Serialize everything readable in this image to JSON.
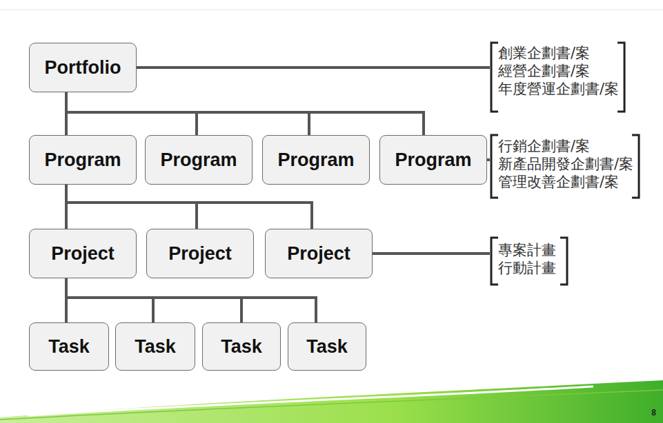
{
  "diagram": {
    "nodes": [
      {
        "text": [
          "Portfolio"
        ]
      },
      {
        "text": [
          "Program"
        ]
      },
      {
        "text": [
          "Program"
        ]
      },
      {
        "text": [
          "Program"
        ]
      },
      {
        "text": [
          "Program"
        ]
      },
      {
        "text": [
          "Project"
        ]
      },
      {
        "text": [
          "Project"
        ]
      },
      {
        "text": [
          "Project"
        ]
      },
      {
        "text": [
          "Task"
        ]
      },
      {
        "text": [
          "Task"
        ]
      },
      {
        "text": [
          "Task"
        ]
      },
      {
        "text": [
          "Task"
        ]
      }
    ],
    "edges": [
      {
        "from": 0,
        "to": 1,
        "arrow": "none"
      },
      {
        "from": 0,
        "to": 2,
        "arrow": "none"
      },
      {
        "from": 0,
        "to": 3,
        "arrow": "none"
      },
      {
        "from": 0,
        "to": 4,
        "arrow": "none"
      },
      {
        "from": 1,
        "to": 5,
        "arrow": "none"
      },
      {
        "from": 1,
        "to": 6,
        "arrow": "none"
      },
      {
        "from": 1,
        "to": 7,
        "arrow": "none"
      },
      {
        "from": 5,
        "to": 8,
        "arrow": "none"
      },
      {
        "from": 5,
        "to": 9,
        "arrow": "none"
      },
      {
        "from": 5,
        "to": 10,
        "arrow": "none"
      },
      {
        "from": 5,
        "to": 11,
        "arrow": "none"
      }
    ],
    "labels": [
      "創業企劃書/案",
      "經營企劃書/案",
      "年度營運企劃書/案",
      "行銷企劃書/案",
      "新產品開發企劃書/案",
      "管理改善企劃書/案",
      "專案計畫",
      "行動計畫",
      "8"
    ]
  }
}
